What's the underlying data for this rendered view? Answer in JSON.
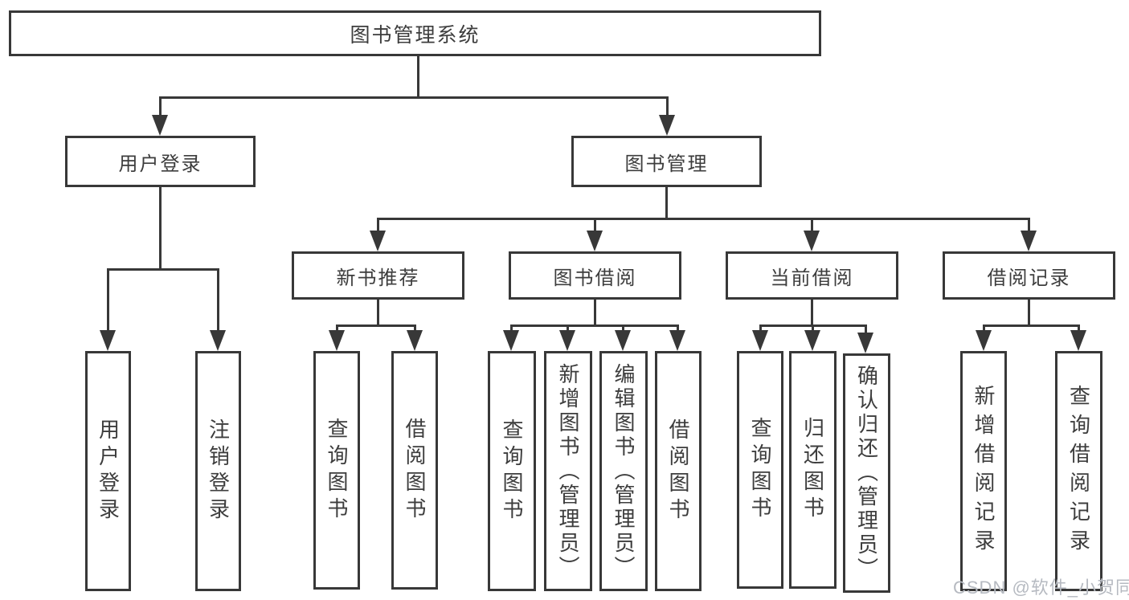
{
  "colors": {
    "background": "#ffffff",
    "line": "#383838",
    "box_border": "#383838",
    "box_text": "#3d3d3d",
    "watermark": "#b6bac1"
  },
  "watermark": {
    "text": "CSDN @软件_小贺同学"
  },
  "diagram": {
    "title": "图书管理系统",
    "nodes": [
      {
        "id": "root",
        "label": "图书管理系统",
        "orient": "h"
      },
      {
        "id": "user-login",
        "label": "用户登录",
        "orient": "h"
      },
      {
        "id": "book-mgmt",
        "label": "图书管理",
        "orient": "h"
      },
      {
        "id": "new-book-rec",
        "label": "新书推荐",
        "orient": "h"
      },
      {
        "id": "book-borrow",
        "label": "图书借阅",
        "orient": "h"
      },
      {
        "id": "current-borrow",
        "label": "当前借阅",
        "orient": "h"
      },
      {
        "id": "borrow-records",
        "label": "借阅记录",
        "orient": "h"
      },
      {
        "id": "leaf-user-login",
        "label": "用户登录",
        "orient": "v"
      },
      {
        "id": "leaf-logout",
        "label": "注销登录",
        "orient": "v"
      },
      {
        "id": "leaf-nbr-query",
        "label": "查询图书",
        "orient": "v"
      },
      {
        "id": "leaf-nbr-borrow",
        "label": "借阅图书",
        "orient": "v"
      },
      {
        "id": "leaf-bb-query",
        "label": "查询图书",
        "orient": "v"
      },
      {
        "id": "leaf-bb-add",
        "label": "新增图书（管理员）",
        "orient": "v"
      },
      {
        "id": "leaf-bb-edit",
        "label": "编辑图书（管理员）",
        "orient": "v"
      },
      {
        "id": "leaf-bb-borrow",
        "label": "借阅图书",
        "orient": "v"
      },
      {
        "id": "leaf-cb-query",
        "label": "查询图书",
        "orient": "v"
      },
      {
        "id": "leaf-cb-return",
        "label": "归还图书",
        "orient": "v"
      },
      {
        "id": "leaf-cb-confirm",
        "label": "确认归还（管理员）",
        "orient": "v"
      },
      {
        "id": "leaf-br-add",
        "label": "新增借阅记录",
        "orient": "v"
      },
      {
        "id": "leaf-br-query",
        "label": "查询借阅记录",
        "orient": "v"
      }
    ],
    "hierarchy": {
      "图书管理系统": [
        "用户登录",
        "图书管理"
      ],
      "用户登录": [
        "用户登录",
        "注销登录"
      ],
      "图书管理": [
        "新书推荐",
        "图书借阅",
        "当前借阅",
        "借阅记录"
      ],
      "新书推荐": [
        "查询图书",
        "借阅图书"
      ],
      "图书借阅": [
        "查询图书",
        "新增图书（管理员）",
        "编辑图书（管理员）",
        "借阅图书"
      ],
      "当前借阅": [
        "查询图书",
        "归还图书",
        "确认归还（管理员）"
      ],
      "借阅记录": [
        "新增借阅记录",
        "查询借阅记录"
      ]
    }
  }
}
